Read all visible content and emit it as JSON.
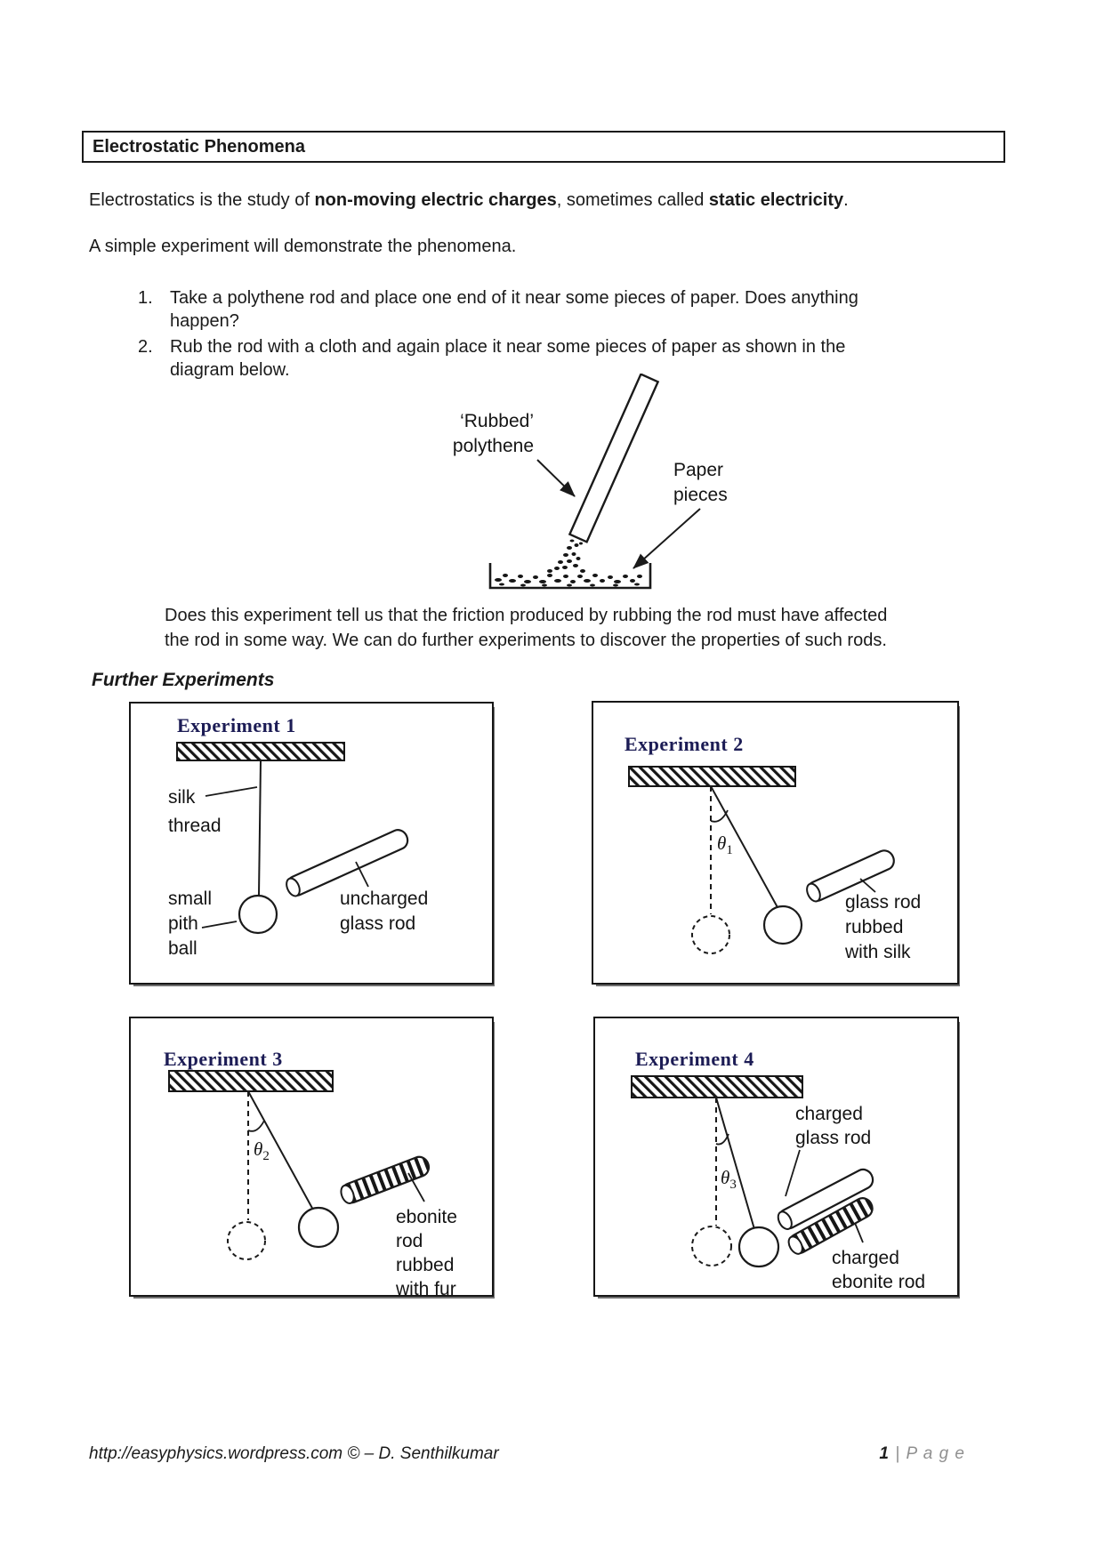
{
  "title": "Electrostatic Phenomena",
  "intro": {
    "pre": "Electrostatics is the study of ",
    "bold1": "non-moving electric charges",
    "mid": ", sometimes called ",
    "bold2": "static electricity",
    "end": "."
  },
  "simple_exp": "A simple experiment will demonstrate the phenomena.",
  "list": [
    {
      "num": "1.",
      "text": "Take a polythene rod and place one end of it near some pieces of paper. Does anything\nhappen?"
    },
    {
      "num": "2.",
      "text": "Rub the rod with a cloth and again place it near some pieces of paper as shown in the\ndiagram below."
    }
  ],
  "rub_diagram": {
    "rod_label": "‘Rubbed’\npolythene",
    "paper_label": "Paper\npieces"
  },
  "after_diagram": "Does this experiment tell us that the friction produced by rubbing the rod must have affected\nthe rod in some way. We can do further experiments to discover the properties of such rods.",
  "further_heading": "Further Experiments",
  "experiments": [
    {
      "title": "Experiment 1",
      "labels": {
        "thread": "silk\nthread",
        "ball": "small\npith\nball",
        "rod": "uncharged\nglass rod"
      }
    },
    {
      "title": "Experiment 2",
      "theta": {
        "sym": "θ",
        "sub": "1"
      },
      "labels": {
        "rod": "glass rod\nrubbed\nwith silk"
      }
    },
    {
      "title": "Experiment 3",
      "theta": {
        "sym": "θ",
        "sub": "2"
      },
      "labels": {
        "rod": "ebonite\nrod\nrubbed\nwith fur"
      }
    },
    {
      "title": "Experiment 4",
      "theta": {
        "sym": "θ",
        "sub": "3"
      },
      "labels": {
        "rod_top": "charged\nglass rod",
        "rod_bottom": "charged\nebonite rod"
      }
    }
  ],
  "footer": {
    "left": "http://easyphysics.wordpress.com © – D. Senthilkumar",
    "page_num": "1",
    "sep": "| ",
    "page_word": "P a g e"
  },
  "colors": {
    "experiment_title": "#1c1c55",
    "page_word_gray": "#8f8f8f",
    "ink": "#1a1a1a"
  }
}
